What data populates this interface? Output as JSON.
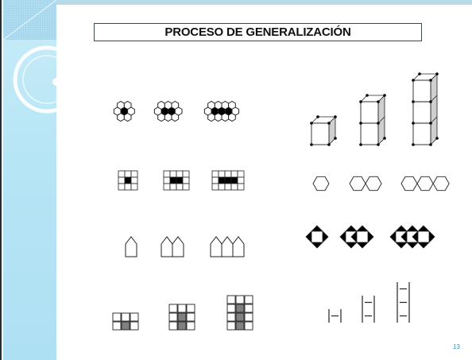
{
  "slide": {
    "title": "PROCESO DE GENERALIZACIÓN",
    "page_number": "13"
  },
  "theme": {
    "sidebar_color": "#b6e5f5",
    "accent": "#2aa0c8",
    "figure_stroke": "#222222",
    "figure_fill_dark": "#000000",
    "figure_fill_gray": "#808080"
  },
  "figures": [
    {
      "name": "hexagon-flower-sequence",
      "terms": 3
    },
    {
      "name": "grid-rectangle-sequence",
      "terms": 3
    },
    {
      "name": "house-sequence",
      "terms": 3
    },
    {
      "name": "square-grid-sequence",
      "terms": 3
    },
    {
      "name": "cube-tower-sequence",
      "terms": 3
    },
    {
      "name": "hexagon-chain-sequence",
      "terms": 3
    },
    {
      "name": "diamond-chain-sequence",
      "terms": 3
    },
    {
      "name": "matchstick-h-sequence",
      "terms": 3
    }
  ]
}
